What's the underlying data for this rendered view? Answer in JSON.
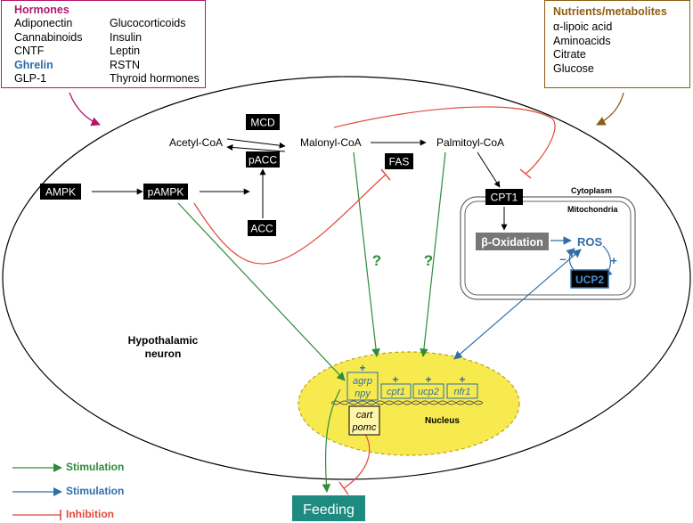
{
  "hormones": {
    "title": "Hormones",
    "col1": [
      "Adiponectin",
      "Cannabinoids",
      "CNTF",
      "Ghrelin",
      "GLP-1"
    ],
    "col2": [
      "Glucocorticoids",
      "Insulin",
      "Leptin",
      "RSTN",
      "Thyroid hormones"
    ],
    "highlight": "Ghrelin"
  },
  "nutrients": {
    "title": "Nutrients/metabolites",
    "items": [
      "α-lipoic acid",
      "Aminoacids",
      "Citrate",
      "Glucose"
    ]
  },
  "neuron": {
    "label_line1": "Hypothalamic",
    "label_line2": "neuron"
  },
  "pathway": {
    "acetyl_coa": "Acetyl-CoA",
    "malonyl_coa": "Malonyl-CoA",
    "palmitoyl_coa": "Palmitoyl-CoA",
    "mcd": "MCD",
    "pacc": "pACC",
    "acc": "ACC",
    "fas": "FAS",
    "ampk": "AMPK",
    "pampk": "pAMPK",
    "question": "?"
  },
  "mito": {
    "cytoplasm": "Cytoplasm",
    "mitochondria": "Mitochondria",
    "cpt1": "CPT1",
    "beta_oxidation": "β-Oxidation",
    "ros": "ROS",
    "ucp2": "UCP2",
    "plus": "+",
    "minus": "–"
  },
  "nucleus": {
    "label": "Nucleus",
    "agrp": "agrp",
    "npy": "npy",
    "cpt1": "cpt1",
    "ucp2": "ucp2",
    "nfr1": "nfr1",
    "cart": "cart",
    "pomc": "pomc",
    "plus": "+"
  },
  "feeding": "Feeding",
  "legend": [
    {
      "label": "Stimulation",
      "kind": "arrow",
      "color": "#2e8b3a"
    },
    {
      "label": "Stimulation",
      "kind": "arrow",
      "color": "#2f6ea8"
    },
    {
      "label": "Inhibition",
      "kind": "tbar",
      "color": "#e0483a"
    }
  ],
  "colors": {
    "green": "#2e8b3a",
    "blue": "#2f6ea8",
    "red": "#e0483a",
    "magenta": "#b5176a",
    "brown": "#8b5e15",
    "teal": "#1f8a80",
    "nucleus_fill": "#f7ea4f"
  }
}
